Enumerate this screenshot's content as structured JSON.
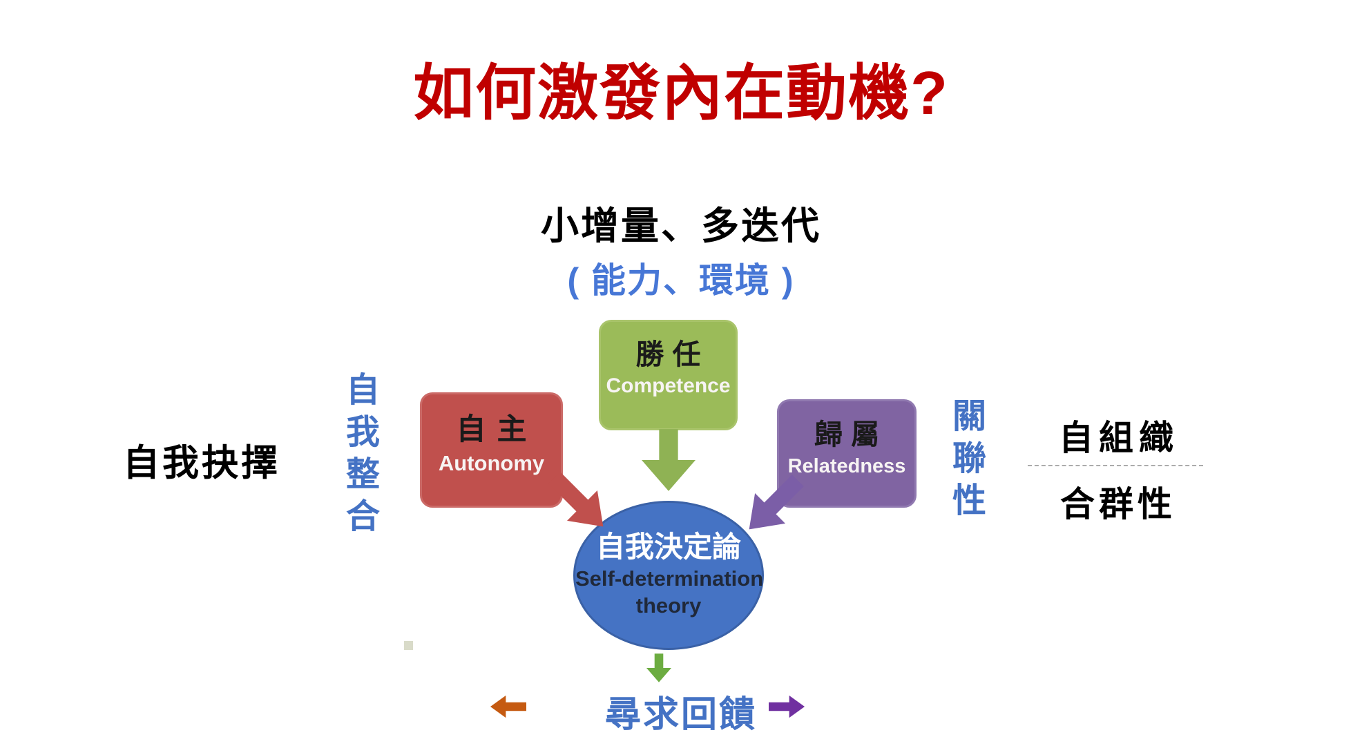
{
  "title": {
    "text": "如何激發內在動機?",
    "color": "#C00000"
  },
  "subtitle": {
    "main": "小增量、多迭代",
    "note": "( 能力、環境 )",
    "note_color": "#4777D6"
  },
  "nodes": {
    "autonomy": {
      "zh": "自主",
      "en": "Autonomy",
      "color": "#C0504D"
    },
    "competence": {
      "zh": "勝任",
      "en": "Competence",
      "color": "#9BBB59"
    },
    "relatedness": {
      "zh": "歸屬",
      "en": "Relatedness",
      "color": "#8064A2"
    },
    "center": {
      "zh": "自我決定論",
      "en_line1": "Self-determination",
      "en_line2": "theory",
      "color": "#4573C4"
    }
  },
  "side_labels": {
    "left": "自我抉擇",
    "left_vertical": "自我整合",
    "right_vertical": "關聯性",
    "right_top": "自組織",
    "right_bottom": "合群性",
    "blue": "#4472C4"
  },
  "feedback": {
    "label": "尋求回饋",
    "color": "#4472C4"
  },
  "arrows": {
    "green_big": "#8FB254",
    "green_small": "#6CAC41",
    "red_diag": "#C0504D",
    "purple_diag": "#7B5EA7",
    "orange_left": "#C55A11",
    "purple_right": "#7030A0"
  }
}
